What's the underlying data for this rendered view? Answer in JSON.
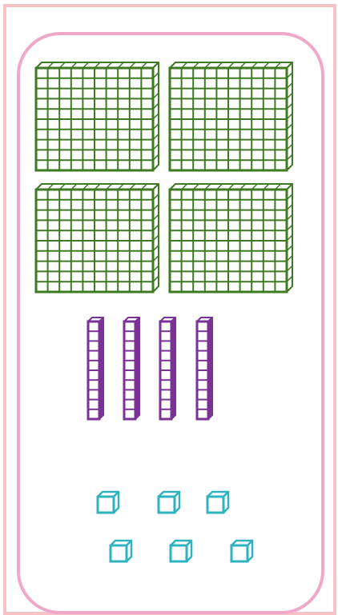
{
  "colors": {
    "outer_frame": "#f7c1c6",
    "inner_frame": "#f0a8c8",
    "hundreds": "#3d7a22",
    "tens": "#7a3296",
    "ones": "#2fb3bf",
    "block_fill": "#ffffff"
  },
  "blocks": {
    "hundreds": {
      "count": 4,
      "grid": 10,
      "icon": "hundred-flat-icon"
    },
    "tens": {
      "count": 4,
      "cells": 10,
      "icon": "ten-rod-icon"
    },
    "ones": {
      "count": 6,
      "icon": "unit-cube-icon"
    }
  }
}
